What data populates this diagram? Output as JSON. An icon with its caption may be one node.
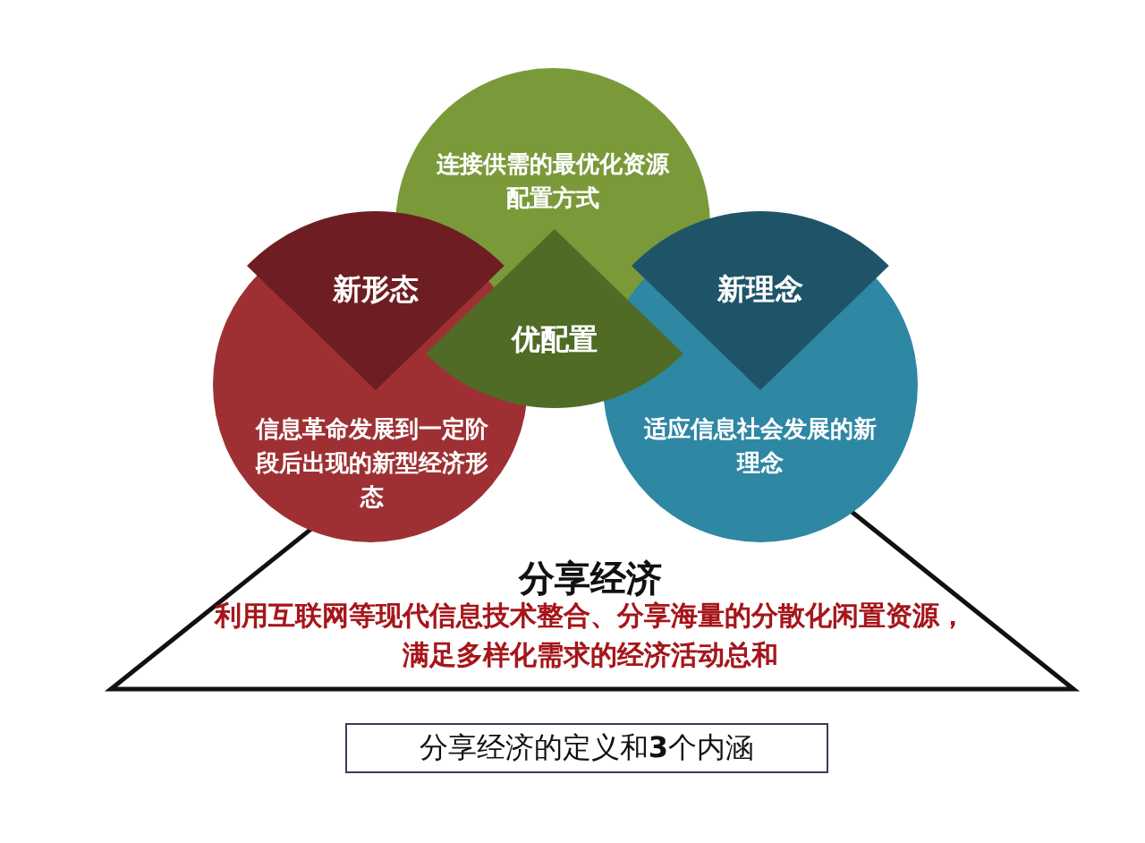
{
  "diagram": {
    "nodes": [
      {
        "text": [
          "连接供需的最优化资源配置方式"
        ]
      },
      {
        "text": [
          "新形态"
        ]
      },
      {
        "text": [
          "优配置"
        ]
      },
      {
        "text": [
          "新理念"
        ]
      },
      {
        "text": [
          "信息革命发展到一定阶段后出现的新型经济形态"
        ]
      },
      {
        "text": [
          "适应信息社会发展的新理念"
        ]
      },
      {
        "text": [
          "分享经济",
          "利用互联网等现代信息技术整合、分享海量的分散化闲置资源，满足多样化需求的经济活动总和"
        ]
      },
      {
        "text": [
          "分享经济的定义和**3**个内涵"
        ]
      }
    ]
  }
}
